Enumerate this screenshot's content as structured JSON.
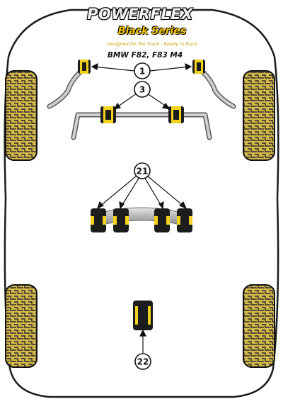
{
  "brand": {
    "logo_text": "POWERFLEX",
    "series_text": "Black Series",
    "tagline": "Designed for the Track - Ready to Race"
  },
  "vehicle": {
    "model": "BMW F82, F83 M4"
  },
  "callouts": [
    {
      "id": "callout-1",
      "label": "1"
    },
    {
      "id": "callout-3",
      "label": "3"
    },
    {
      "id": "callout-21",
      "label": "21"
    },
    {
      "id": "callout-22",
      "label": "22"
    }
  ],
  "colors": {
    "body_outline": "#1a1a1a",
    "tyre_fill": "#d4b84a",
    "tyre_outline": "#111111",
    "bush_yellow": "#f2d21c",
    "bush_black": "#1c1c1c",
    "metal": "#bdbdbd",
    "logo_yellow": "#f5c400"
  }
}
